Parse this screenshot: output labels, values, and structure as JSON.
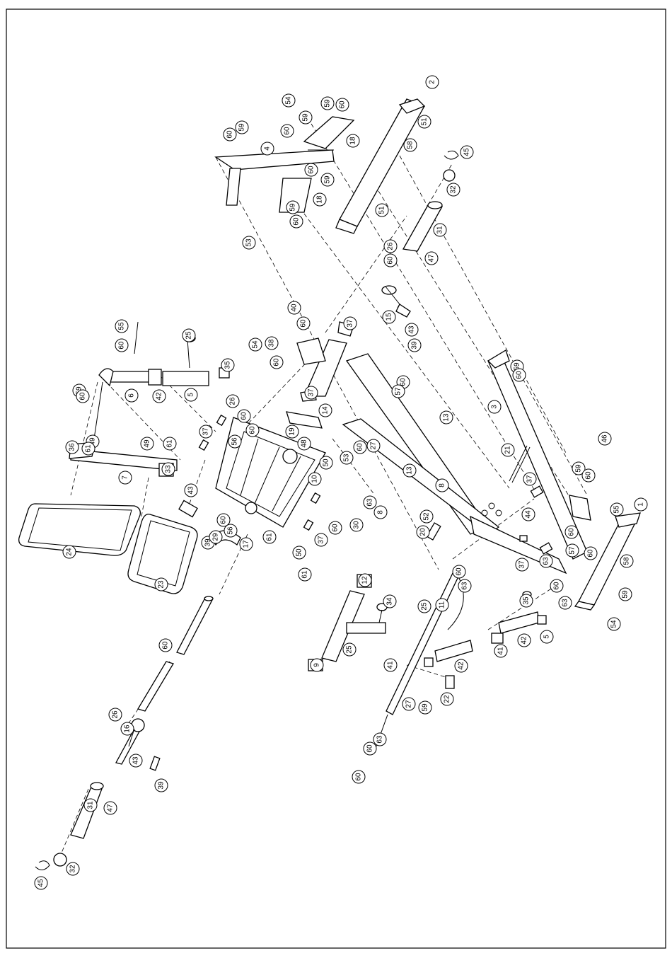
{
  "callouts": [
    {
      "label": "2"
    },
    {
      "label": "54"
    },
    {
      "label": "59"
    },
    {
      "label": "60"
    },
    {
      "label": "51"
    },
    {
      "label": "59"
    },
    {
      "label": "60"
    },
    {
      "label": "59"
    },
    {
      "label": "60"
    },
    {
      "label": "4"
    },
    {
      "label": "18"
    },
    {
      "label": "58"
    },
    {
      "label": "59"
    },
    {
      "label": "60"
    },
    {
      "label": "18"
    },
    {
      "label": "59"
    },
    {
      "label": "60"
    },
    {
      "label": "51"
    },
    {
      "label": "53"
    },
    {
      "label": "45"
    },
    {
      "label": "32"
    },
    {
      "label": "31"
    },
    {
      "label": "47"
    },
    {
      "label": "26"
    },
    {
      "label": "60"
    },
    {
      "label": "15"
    },
    {
      "label": "43"
    },
    {
      "label": "39"
    },
    {
      "label": "40"
    },
    {
      "label": "37"
    },
    {
      "label": "60"
    },
    {
      "label": "54"
    },
    {
      "label": "38"
    },
    {
      "label": "60"
    },
    {
      "label": "14"
    },
    {
      "label": "60"
    },
    {
      "label": "57"
    },
    {
      "label": "37"
    },
    {
      "label": "13"
    },
    {
      "label": "3"
    },
    {
      "label": "59"
    },
    {
      "label": "60"
    },
    {
      "label": "55"
    },
    {
      "label": "60"
    },
    {
      "label": "25"
    },
    {
      "label": "35"
    },
    {
      "label": "6"
    },
    {
      "label": "42"
    },
    {
      "label": "5"
    },
    {
      "label": "59"
    },
    {
      "label": "60"
    },
    {
      "label": "36"
    },
    {
      "label": "49"
    },
    {
      "label": "61"
    },
    {
      "label": "7"
    },
    {
      "label": "49"
    },
    {
      "label": "61"
    },
    {
      "label": "33"
    },
    {
      "label": "37"
    },
    {
      "label": "26"
    },
    {
      "label": "60"
    },
    {
      "label": "56"
    },
    {
      "label": "60"
    },
    {
      "label": "19"
    },
    {
      "label": "48"
    },
    {
      "label": "50"
    },
    {
      "label": "10"
    },
    {
      "label": "53"
    },
    {
      "label": "60"
    },
    {
      "label": "27"
    },
    {
      "label": "13"
    },
    {
      "label": "8"
    },
    {
      "label": "21"
    },
    {
      "label": "46"
    },
    {
      "label": "59"
    },
    {
      "label": "60"
    },
    {
      "label": "37"
    },
    {
      "label": "1"
    },
    {
      "label": "55"
    },
    {
      "label": "24"
    },
    {
      "label": "23"
    },
    {
      "label": "43"
    },
    {
      "label": "39"
    },
    {
      "label": "29"
    },
    {
      "label": "60"
    },
    {
      "label": "56"
    },
    {
      "label": "17"
    },
    {
      "label": "37"
    },
    {
      "label": "61"
    },
    {
      "label": "50"
    },
    {
      "label": "61"
    },
    {
      "label": "63"
    },
    {
      "label": "60"
    },
    {
      "label": "30"
    },
    {
      "label": "8"
    },
    {
      "label": "52"
    },
    {
      "label": "20"
    },
    {
      "label": "44"
    },
    {
      "label": "37"
    },
    {
      "label": "63"
    },
    {
      "label": "60"
    },
    {
      "label": "57"
    },
    {
      "label": "60"
    },
    {
      "label": "58"
    },
    {
      "label": "60"
    },
    {
      "label": "63"
    },
    {
      "label": "59"
    },
    {
      "label": "54"
    },
    {
      "label": "60"
    },
    {
      "label": "63"
    },
    {
      "label": "11"
    },
    {
      "label": "25"
    },
    {
      "label": "35"
    },
    {
      "label": "5"
    },
    {
      "label": "42"
    },
    {
      "label": "41"
    },
    {
      "label": "12"
    },
    {
      "label": "25"
    },
    {
      "label": "34"
    },
    {
      "label": "41"
    },
    {
      "label": "9"
    },
    {
      "label": "42"
    },
    {
      "label": "22"
    },
    {
      "label": "60"
    },
    {
      "label": "59"
    },
    {
      "label": "27"
    },
    {
      "label": "63"
    },
    {
      "label": "60"
    },
    {
      "label": "60"
    },
    {
      "label": "26"
    },
    {
      "label": "16"
    },
    {
      "label": "43"
    },
    {
      "label": "39"
    },
    {
      "label": "31"
    },
    {
      "label": "47"
    },
    {
      "label": "32"
    },
    {
      "label": "45"
    }
  ]
}
